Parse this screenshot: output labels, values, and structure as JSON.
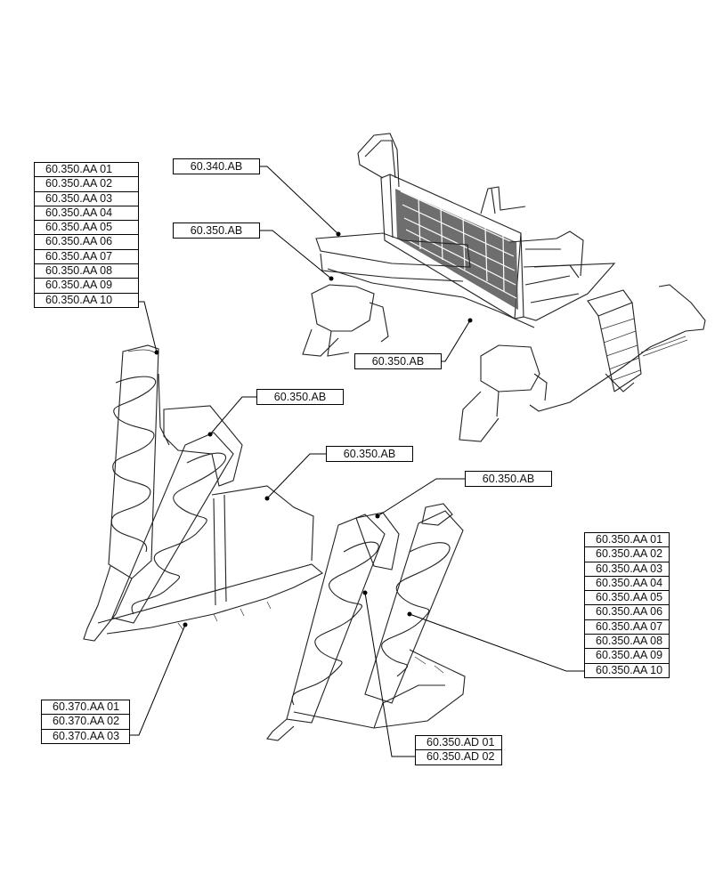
{
  "callouts": {
    "stack_top_left": [
      "60.350.AA 01",
      "60.350.AA 02",
      "60.350.AA 03",
      "60.350.AA 04",
      "60.350.AA 05",
      "60.350.AA 06",
      "60.350.AA 07",
      "60.350.AA 08",
      "60.350.AA 09",
      "60.350.AA 10"
    ],
    "stack_right": [
      "60.350.AA 01",
      "60.350.AA 02",
      "60.350.AA 03",
      "60.350.AA 04",
      "60.350.AA 05",
      "60.350.AA 06",
      "60.350.AA 07",
      "60.350.AA 08",
      "60.350.AA 09",
      "60.350.AA 10"
    ],
    "stack_bottom_left": [
      "60.370.AA 01",
      "60.370.AA 02",
      "60.370.AA 03"
    ],
    "stack_bottom_mid": [
      "60.350.AD 01",
      "60.350.AD 02"
    ],
    "single_340ab": "60.340.AB",
    "single_350ab_1": "60.350.AB",
    "single_350ab_2": "60.350.AB",
    "single_350ab_3": "60.350.AB",
    "single_350ab_4": "60.350.AB",
    "single_350ab_5": "60.350.AB"
  }
}
